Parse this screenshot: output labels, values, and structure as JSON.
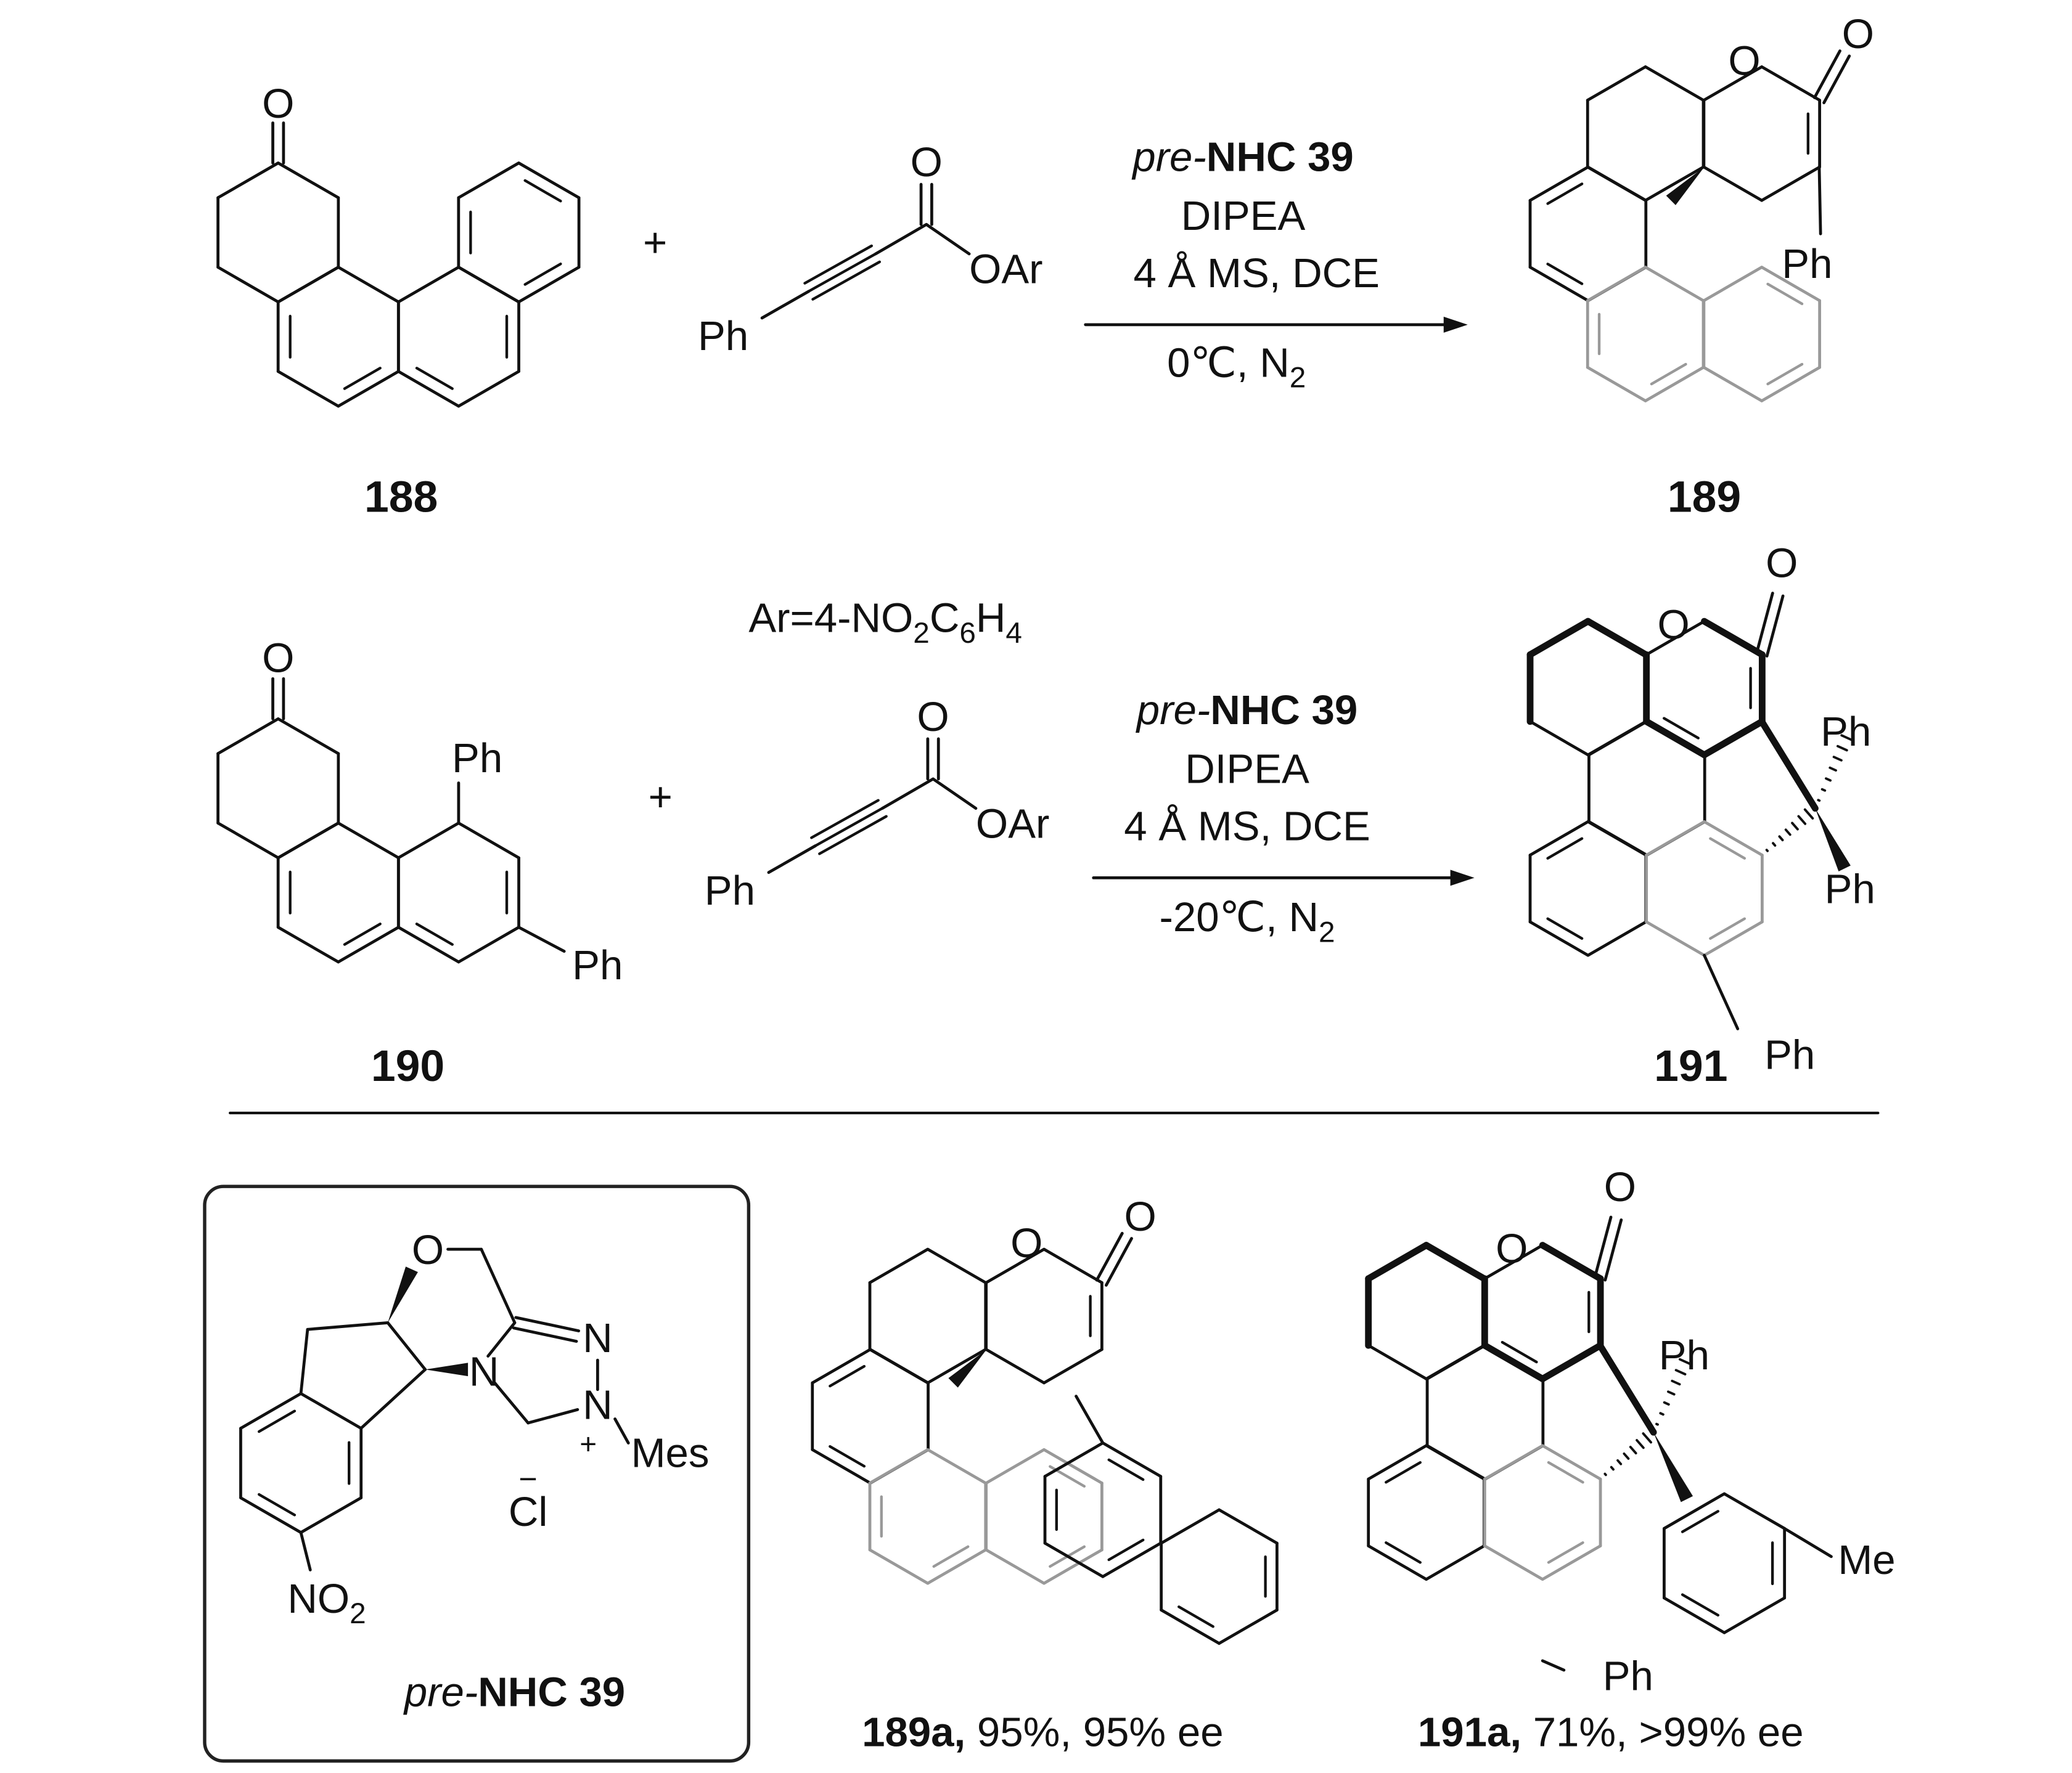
{
  "scheme": {
    "plus_sign": "+",
    "reaction1": {
      "catalyst_prefix": "pre-",
      "catalyst_name": "NHC 39",
      "base": "DIPEA",
      "additive_solvent": "4 Å  MS, DCE",
      "conditions": "0℃, N",
      "conditions_sub": "2"
    },
    "reaction2": {
      "catalyst_prefix": "pre-",
      "catalyst_name": "NHC 39",
      "base": "DIPEA",
      "additive_solvent": "4 Å  MS, DCE",
      "conditions": "-20℃, N",
      "conditions_sub": "2"
    },
    "ar_definition": {
      "prefix": "Ar=4-NO",
      "s1": "2",
      "mid": "C",
      "s2": "6",
      "mid2": "H",
      "s3": "4"
    },
    "compounds": {
      "c188": "188",
      "c189": "189",
      "c190": "190",
      "c191": "191"
    },
    "atoms": {
      "O": "O",
      "Ph": "Ph",
      "OAr": "OAr",
      "N": "N",
      "Mes": "Mes",
      "Cl": "Cl",
      "minus": "−",
      "plus": "+",
      "NO": "NO",
      "two": "2",
      "Me": "Me"
    },
    "catalyst_box": {
      "prefix": "pre-",
      "name": "NHC 39"
    },
    "results": [
      {
        "compound": "189a,",
        "yield_ee": " 95%, 95% ee"
      },
      {
        "compound": "191a,",
        "yield_ee": " 71%, >99% ee"
      }
    ]
  }
}
